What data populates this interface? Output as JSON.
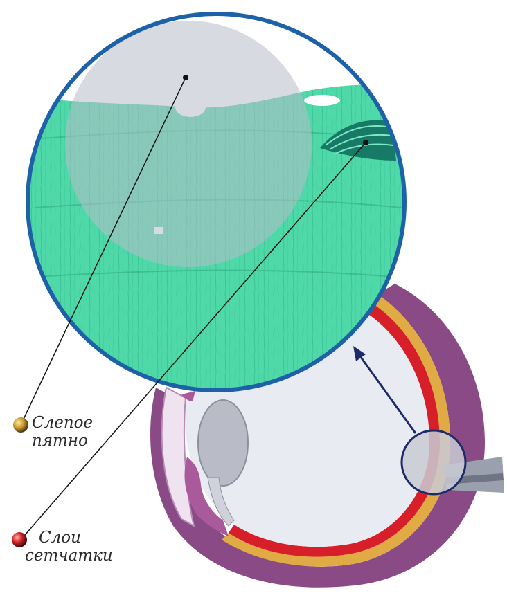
{
  "labels": {
    "blind_spot": {
      "line1": "Слепое",
      "line2": "пятно"
    },
    "retina_layers": {
      "line1": "Слои",
      "line2": "сетчатки"
    }
  },
  "colors": {
    "magnifier_ring": "#1d62a8",
    "retina_tissue": "#4fd9a8",
    "blind_spot_disk": "#c9cbd4",
    "sclera": "#8a4a86",
    "choroid": "#d71f2a",
    "pigment_layer": "#e0aa44",
    "eye_interior": "#e9ebf2",
    "lens": "#b9bcc6",
    "arrow": "#1c2a6a",
    "blind_spot_marker": "#c89a2a",
    "retina_layers_marker": "#c81e24"
  }
}
